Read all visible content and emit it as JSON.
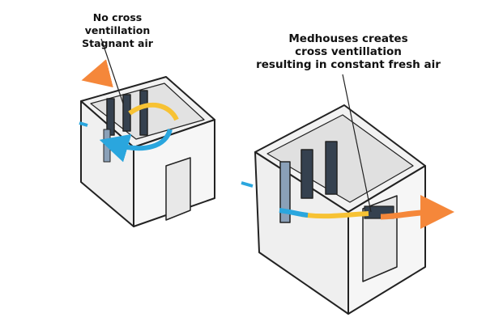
{
  "labels": {
    "left_line1": "No cross ventillation",
    "left_line2": "Stagnant air",
    "right_line1": "Medhouses creates",
    "right_line2": "cross ventillation",
    "right_line3": "resulting in constant fresh air"
  },
  "colors": {
    "warm_air": "#f5873a",
    "yellow_air": "#f7c234",
    "cool_air": "#2aa6de",
    "outline": "#222222",
    "wall": "#eeeeee"
  }
}
